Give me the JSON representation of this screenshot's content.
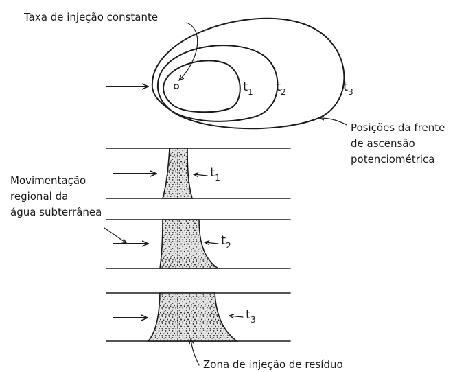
{
  "labels": {
    "injection_rate": "Taxa de injeção constante",
    "front_positions": [
      "Posições da frente",
      "de ascensão",
      "potenciométrica"
    ],
    "regional_flow": [
      "Movimentação",
      "regional da",
      "água subterrânea"
    ],
    "waste_zone": "Zona de injeção de resíduo"
  },
  "times": {
    "t1": {
      "base": "t",
      "sub": "1"
    },
    "t2": {
      "base": "t",
      "sub": "2"
    },
    "t3": {
      "base": "t",
      "sub": "3"
    }
  },
  "colors": {
    "ink": "#1a1a1a",
    "background": "#ffffff"
  }
}
